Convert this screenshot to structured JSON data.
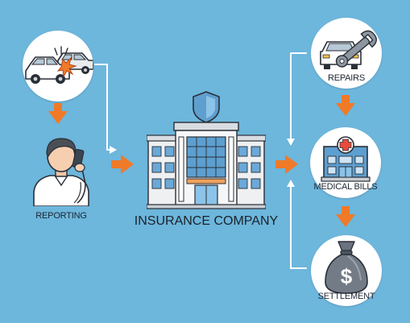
{
  "diagram": {
    "center": {
      "label": "INSURANCE COMPANY"
    },
    "steps": [
      {
        "id": "reporting",
        "label": "REPORTING"
      },
      {
        "id": "repairs",
        "label": "REPAIRS"
      },
      {
        "id": "medical",
        "label": "MEDICAL BILLS"
      },
      {
        "id": "settlement",
        "label": "SETTLEMENT"
      }
    ],
    "icons": {
      "accident": "car-crash-icon",
      "caller": "person-phone-icon",
      "building": "insurance-building-icon",
      "shield": "shield-icon",
      "repairs": "car-wrench-icon",
      "medical": "hospital-icon",
      "settlement": "money-bag-icon"
    },
    "colors": {
      "background": "#6db6dc",
      "accent_arrow": "#f07a28",
      "connector_line": "#ffffff"
    }
  }
}
